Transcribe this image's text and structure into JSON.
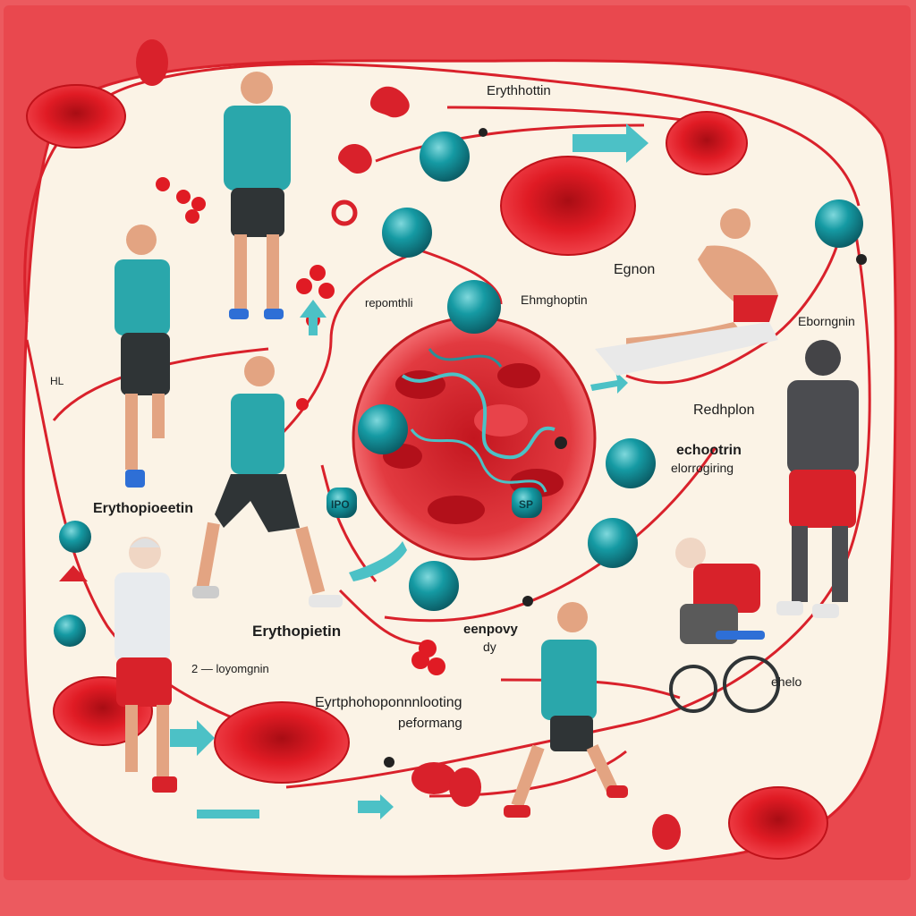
{
  "labels": {
    "top_center": "Erythhottin",
    "upper_left_center": "repomthli",
    "upper_center_right": "Ehmghoptin",
    "right_upper": "Egnon",
    "right_middle": "Eborngnin",
    "left_edge": "HL",
    "right_center": "Redhplon",
    "right_center_bold": "echootrin",
    "right_center_sub": "elorrogiring",
    "left_middle": "Erythopioeetin",
    "center_lower": "Erythopietin",
    "center_bottom_a": "eenpovy",
    "center_bottom_b": "dy",
    "left_lower": "2 — loyomgnin",
    "bottom_center_a": "Eyrtphohoponnnlooting",
    "bottom_center_b": "peformang",
    "right_lower": "ehelo",
    "node_badge_left": "IPO",
    "node_badge_right": "SP"
  },
  "colors": {
    "background_outer": "#e8484f",
    "background_inner": "#fbf3e6",
    "vessel_line": "#d9212b",
    "node": "#159aa3",
    "node_dark": "#0b6a74",
    "blood_cell": "#e01b24",
    "arrow_teal": "#4cc1c6",
    "shirt_teal": "#2aa7ab",
    "shorts_red": "#d8222a"
  }
}
